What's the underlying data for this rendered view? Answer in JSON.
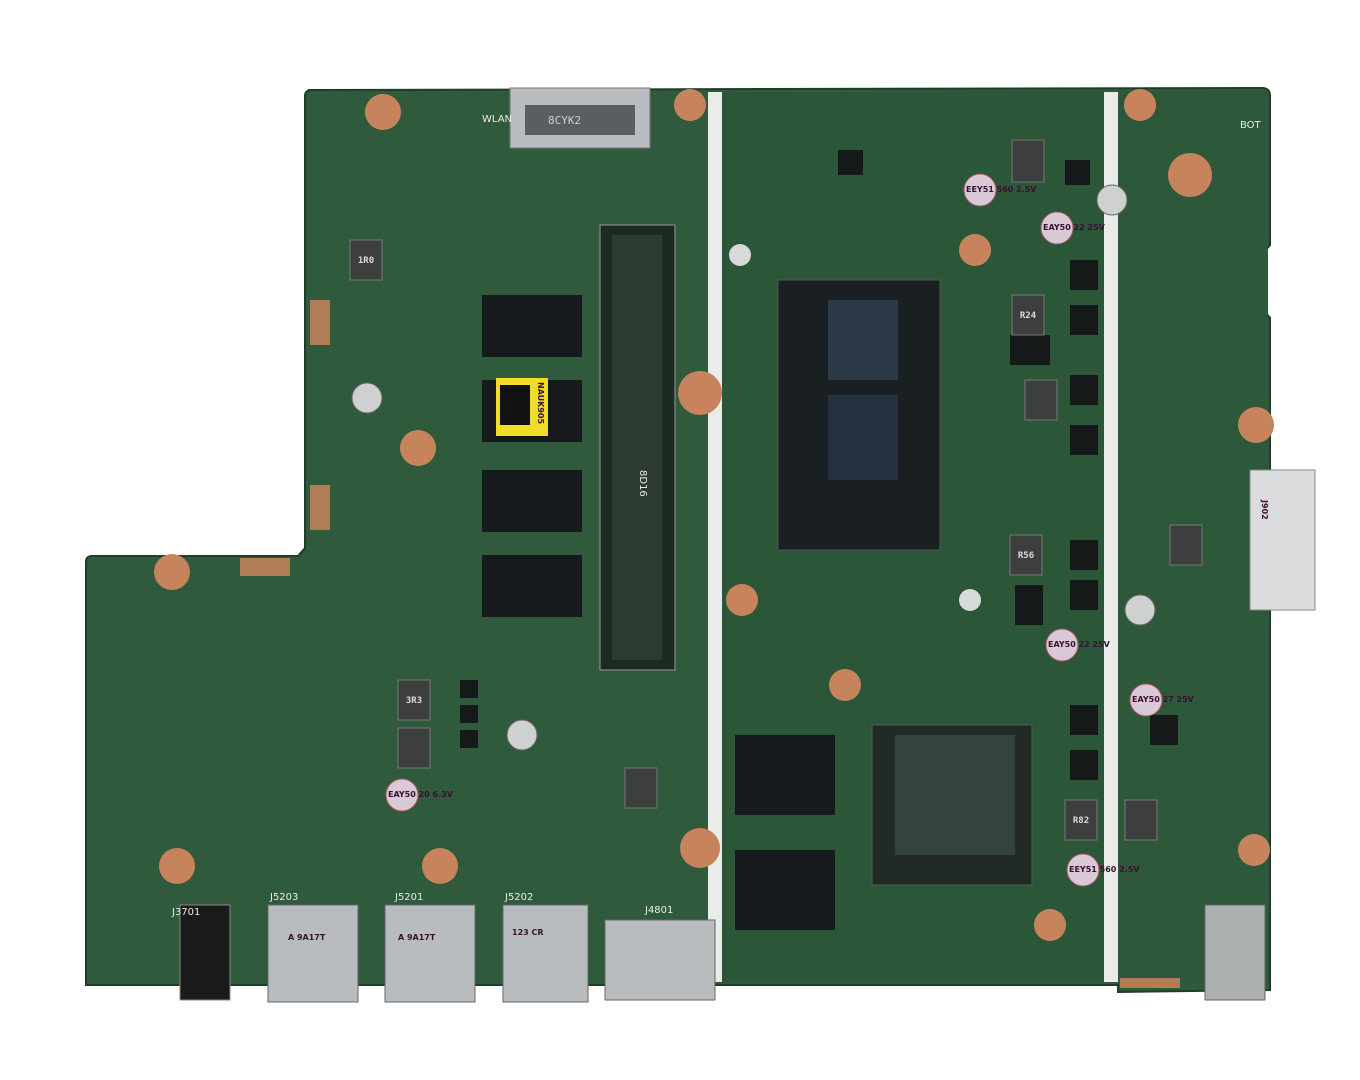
{
  "colors": {
    "background": "#ffffff",
    "pcb": "#2f5a3c",
    "pcb_dark": "#23452e",
    "trace": "#3f6e4b",
    "pad_copper": "#c7845c",
    "chip": "#161a1c",
    "metal": "#b9bcbe",
    "label_yellow": "#f2dc2a"
  },
  "silkscreen": {
    "wlan": "WLAN",
    "bot": "BOT",
    "m2_slot": "8CYK2",
    "ram_label": "NAUK905",
    "ddr": "8D16",
    "usb1": "A 9A17T",
    "usb2": "A 9A17T",
    "usb3": "123 CR",
    "j3701": "J3701",
    "j5203": "J5203",
    "j5201": "J5201",
    "j5202": "J5202",
    "j4801": "J4801",
    "battery": "J902"
  },
  "capacitors": [
    {
      "text": "EAY50 22 25V"
    },
    {
      "text": "EAY50 22 25V"
    },
    {
      "text": "EAY50 27 25V"
    },
    {
      "text": "EAY50 20 6.3V"
    },
    {
      "text": "EEY51 560 2.5V"
    },
    {
      "text": "EEY51 560 2.5V"
    }
  ],
  "inductors": [
    {
      "text": "1R0"
    },
    {
      "text": "R24"
    },
    {
      "text": "R56"
    },
    {
      "text": "3R3"
    },
    {
      "text": "R82"
    }
  ]
}
